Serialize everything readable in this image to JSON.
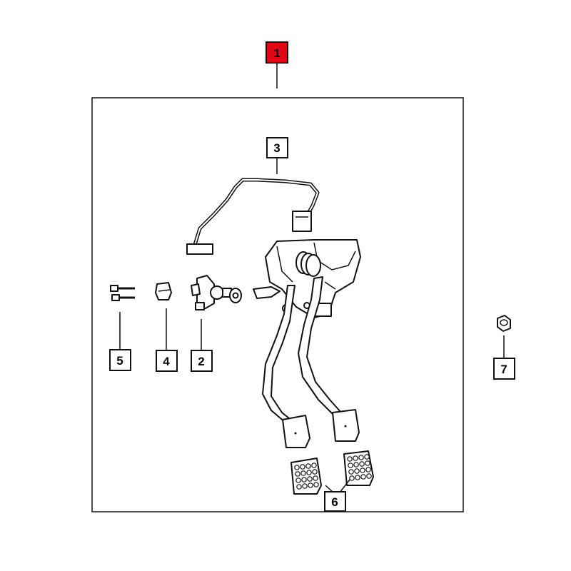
{
  "diagram": {
    "colors": {
      "highlight_callout": "#e30613",
      "line": "#111111",
      "background": "#ffffff"
    },
    "callouts": [
      {
        "id": "c1",
        "label": "1",
        "highlighted": true
      },
      {
        "id": "c2",
        "label": "2",
        "highlighted": false
      },
      {
        "id": "c3",
        "label": "3",
        "highlighted": false
      },
      {
        "id": "c4",
        "label": "4",
        "highlighted": false
      },
      {
        "id": "c5",
        "label": "5",
        "highlighted": false
      },
      {
        "id": "c6",
        "label": "6",
        "highlighted": false
      },
      {
        "id": "c7",
        "label": "7",
        "highlighted": false
      }
    ]
  }
}
